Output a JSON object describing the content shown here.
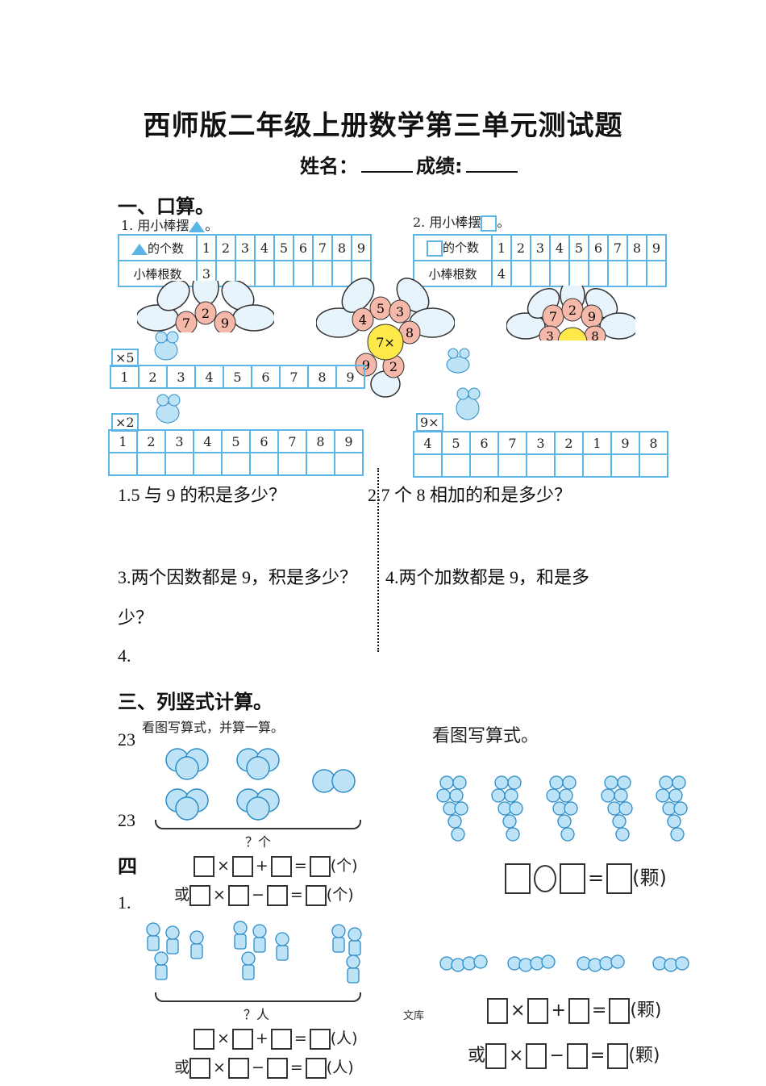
{
  "title": "西师版二年级上册数学第三单元测试题",
  "name_label": "姓名：",
  "score_label": "成绩:",
  "section1": "一、口算。",
  "s1_q1_label": "1. 用小棒摆",
  "s1_q1_suffix": "。",
  "s1_q2_label": "2. 用小棒摆",
  "s1_q2_suffix": "。",
  "table1": {
    "head1": "的个数",
    "head2": "小棒根数",
    "nums": [
      "1",
      "2",
      "3",
      "4",
      "5",
      "6",
      "7",
      "8",
      "9"
    ],
    "first_value": "3"
  },
  "table2": {
    "head1": "的个数",
    "head2": "小棒根数",
    "nums": [
      "1",
      "2",
      "3",
      "4",
      "5",
      "6",
      "7",
      "8",
      "9"
    ],
    "first_value": "4"
  },
  "flowers": [
    {
      "petals": [
        "7",
        "2",
        "9"
      ]
    },
    {
      "petals": [
        "4",
        "5",
        "3",
        "8",
        "9",
        "2"
      ],
      "center": "7×"
    },
    {
      "petals": [
        "7",
        "2",
        "9",
        "3",
        "8"
      ]
    }
  ],
  "mult_tables": [
    {
      "label": "×5",
      "nums": [
        "1",
        "2",
        "3",
        "4",
        "5",
        "6",
        "7",
        "8",
        "9"
      ]
    },
    {
      "label": "×2",
      "nums": [
        "1",
        "2",
        "3",
        "4",
        "5",
        "6",
        "7",
        "8",
        "9"
      ]
    },
    {
      "label": "9×",
      "nums": [
        "4",
        "5",
        "6",
        "7",
        "3",
        "2",
        "1",
        "9",
        "8"
      ]
    }
  ],
  "questions": {
    "q1": "1.5 与 9 的积是多少？",
    "q2": "2.7 个 8 相加的和是多少？",
    "q3": "3.两个因数都是 9，积是多少？",
    "q4": "4.两个加数都是 9，和是多",
    "q4_cont": "少？",
    "q5": "4."
  },
  "section3": "三、列竖式计算。",
  "left_nums": {
    "a": "23",
    "b": "23",
    "c": "四",
    "d": "1."
  },
  "pic1": {
    "caption": "看图写算式，并算一算。",
    "brace_label": "？个",
    "f1_unit": "(个)",
    "f2_prefix": "或",
    "f2_unit": "(个)"
  },
  "pic2": {
    "caption": "看图写算式。",
    "unit": "(颗)"
  },
  "pic3": {
    "brace_label": "？人",
    "f1_unit": "(人)",
    "f2_prefix": "或",
    "f2_unit": "(人)"
  },
  "pic4": {
    "f1_unit": "(颗)",
    "f2_prefix": "或",
    "f2_unit": "(颗)"
  },
  "watermark": "文库"
}
